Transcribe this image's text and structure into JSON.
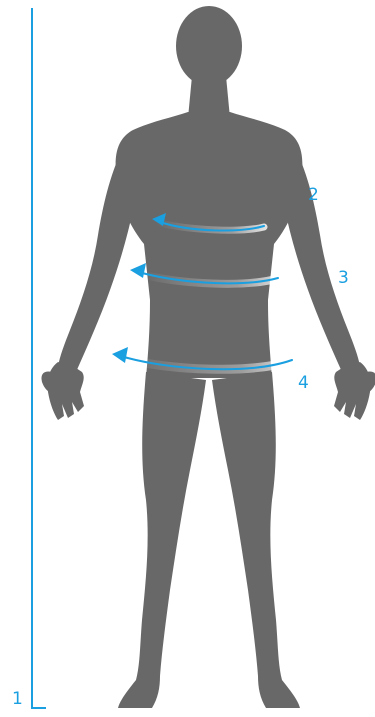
{
  "colors": {
    "silhouette": "#686868",
    "accent": "#1a9fe0",
    "background": "#ffffff"
  },
  "labels": {
    "height": "1",
    "chest": "2",
    "waist": "3",
    "hips": "4"
  }
}
